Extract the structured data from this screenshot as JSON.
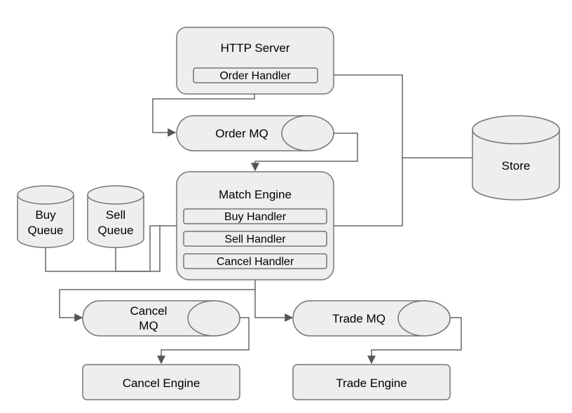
{
  "nodes": {
    "http_server": {
      "title": "HTTP Server",
      "handler": "Order Handler"
    },
    "order_mq": {
      "label": "Order MQ"
    },
    "store": {
      "label": "Store"
    },
    "match_engine": {
      "title": "Match Engine",
      "handlers": [
        "Buy Handler",
        "Sell Handler",
        "Cancel Handler"
      ]
    },
    "buy_queue": {
      "line1": "Buy",
      "line2": "Queue"
    },
    "sell_queue": {
      "line1": "Sell",
      "line2": "Queue"
    },
    "cancel_mq": {
      "line1": "Cancel",
      "line2": "MQ"
    },
    "trade_mq": {
      "label": "Trade MQ"
    },
    "cancel_engine": {
      "label": "Cancel Engine"
    },
    "trade_engine": {
      "label": "Trade Engine"
    }
  },
  "colors": {
    "fill": "#eeeeee",
    "stroke": "#757575",
    "edge": "#666666"
  }
}
